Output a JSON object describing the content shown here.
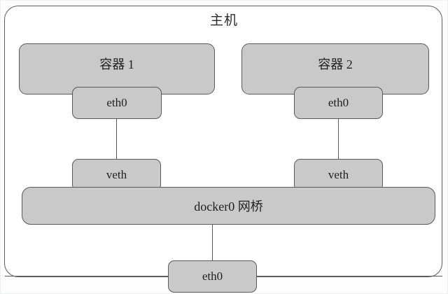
{
  "diagram": {
    "title": "主机",
    "type": "docker-bridge-network-topology",
    "colors": {
      "node_fill": "#c9c9c9",
      "node_stroke": "#5a5a5a",
      "host_stroke": "#5d5d5d",
      "background": "#fdfdfd",
      "text": "#1d1d1d"
    }
  },
  "containers": [
    {
      "label": "容器 1",
      "interface": "eth0",
      "veth": "veth"
    },
    {
      "label": "容器 2",
      "interface": "eth0",
      "veth": "veth"
    }
  ],
  "bridge": {
    "label": "docker0 网桥"
  },
  "host_interface": {
    "label": "eth0"
  }
}
